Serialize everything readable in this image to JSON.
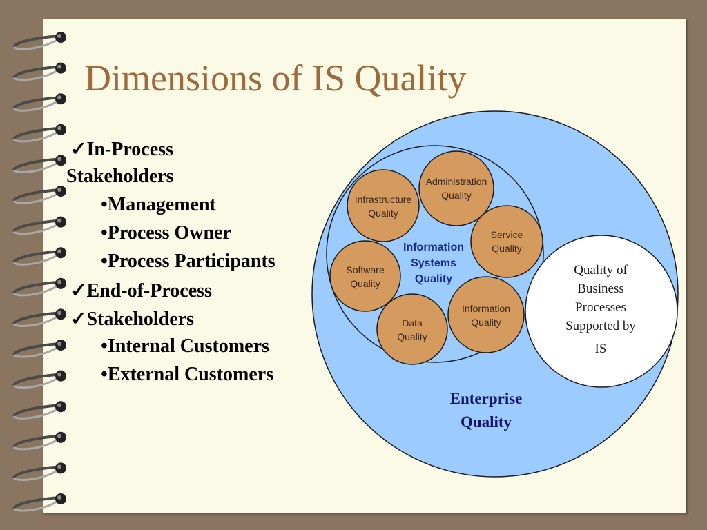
{
  "slide": {
    "title": "Dimensions of IS Quality"
  },
  "bullets": {
    "line1": "✓In-Process",
    "line2": "Stakeholders",
    "line3": "•Management",
    "line4": "•Process Owner",
    "line5": "•Process Participants",
    "line6": "✓End-of-Process",
    "line7": "✓Stakeholders",
    "line8": "•Internal Customers",
    "line9": "•External Customers"
  },
  "diagram": {
    "enterprise": {
      "line1": "Enterprise",
      "line2": "Quality"
    },
    "is_center": {
      "line1": "Information",
      "line2": "Systems",
      "line3": "Quality"
    },
    "business_processes": {
      "line1": "Quality of",
      "line2": "Business",
      "line3": "Processes",
      "line4": "Supported by",
      "line5": "IS"
    },
    "nodes": {
      "administration": {
        "line1": "Administration",
        "line2": "Quality"
      },
      "infrastructure": {
        "line1": "Infrastructure",
        "line2": "Quality"
      },
      "service": {
        "line1": "Service",
        "line2": "Quality"
      },
      "software": {
        "line1": "Software",
        "line2": "Quality"
      },
      "information": {
        "line1": "Information",
        "line2": "Quality"
      },
      "data": {
        "line1": "Data",
        "line2": "Quality"
      }
    }
  },
  "colors": {
    "background": "#8a7560",
    "page": "#fafae6",
    "title": "#a0693c",
    "enterprise_fill": "#9ccbff",
    "node_fill": "#d49a5e",
    "center_text": "#1a2a8c",
    "enterprise_text": "#14146e"
  }
}
